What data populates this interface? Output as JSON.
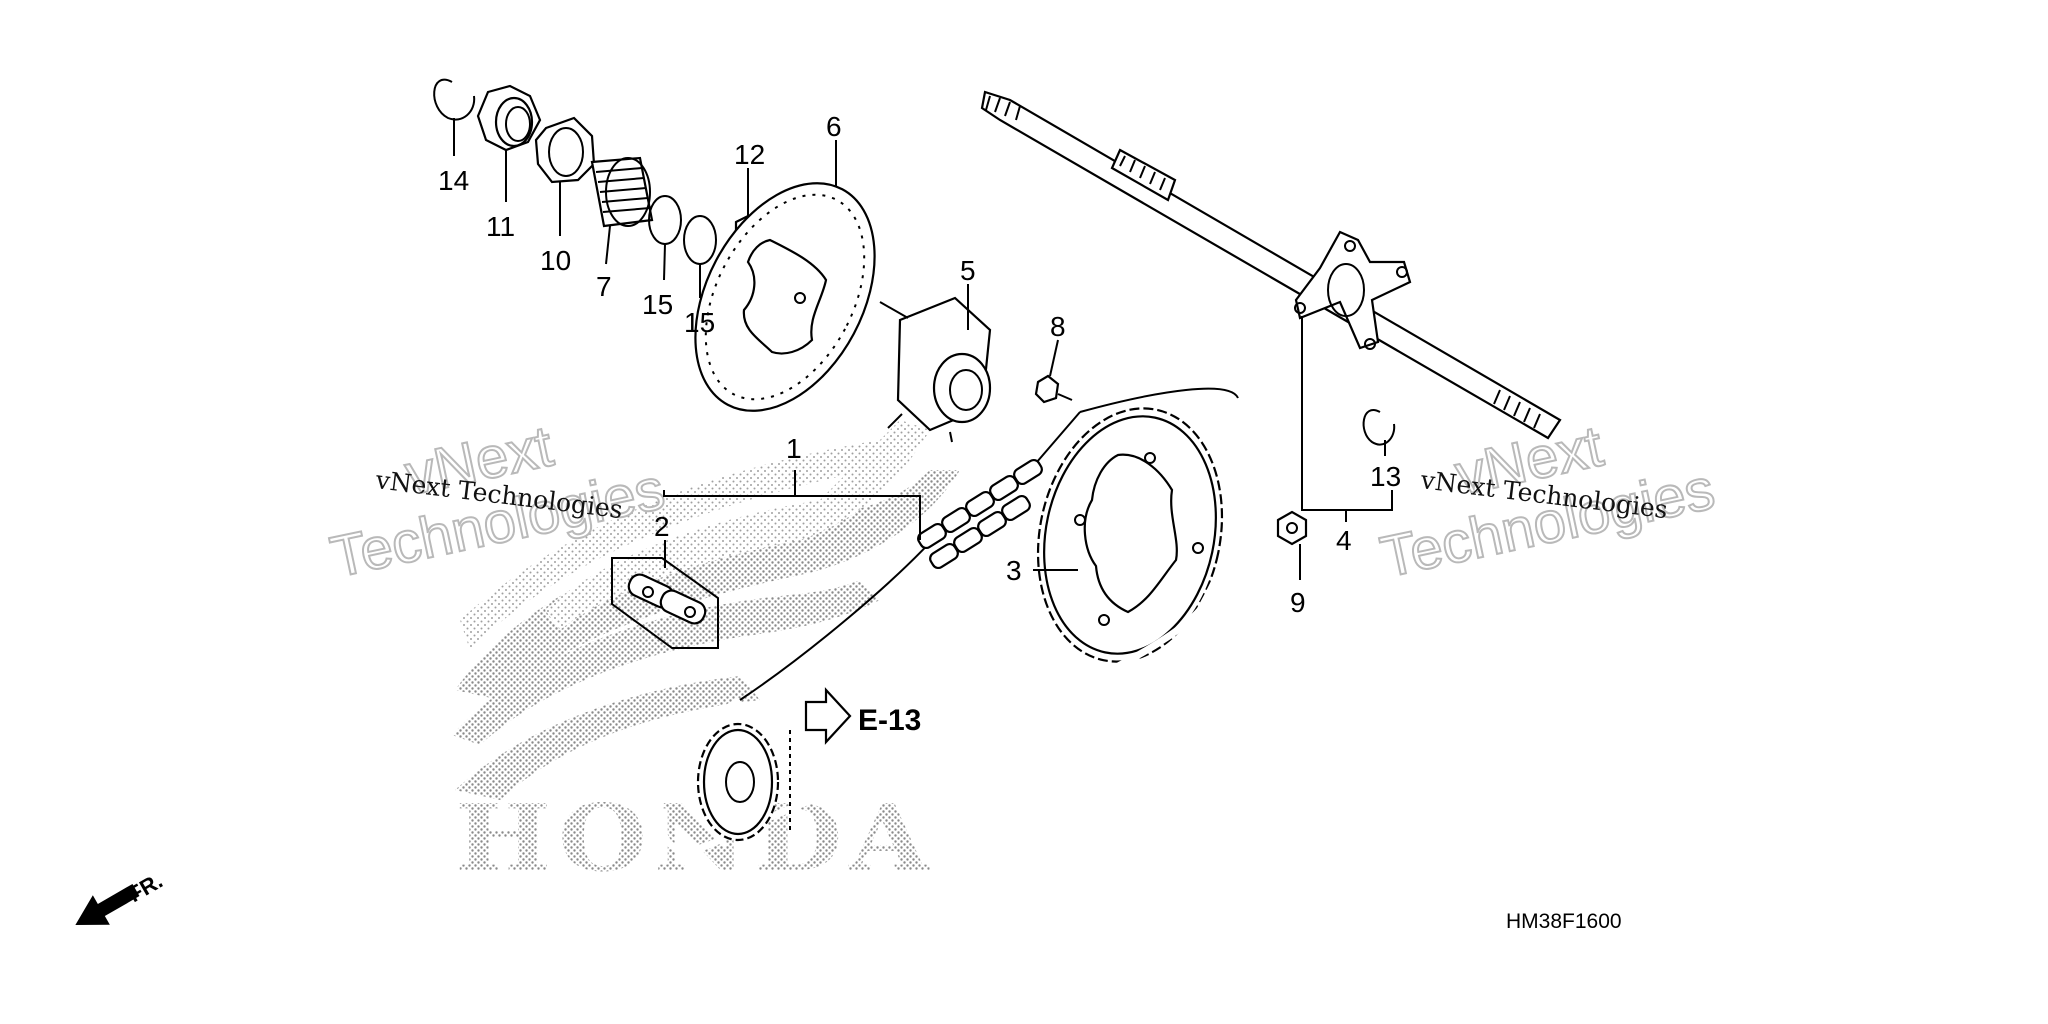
{
  "diagram": {
    "code": "HM38F1600",
    "ref_label": "E-13",
    "front_label": "FR.",
    "brand_watermark": "HONDA",
    "watermark": {
      "line1": "vNext",
      "line2": "Technologies",
      "full": "vNext Technologies"
    },
    "callouts": [
      "1",
      "2",
      "3",
      "4",
      "5",
      "6",
      "7",
      "8",
      "9",
      "10",
      "11",
      "12",
      "13",
      "14",
      "15",
      "15"
    ]
  }
}
